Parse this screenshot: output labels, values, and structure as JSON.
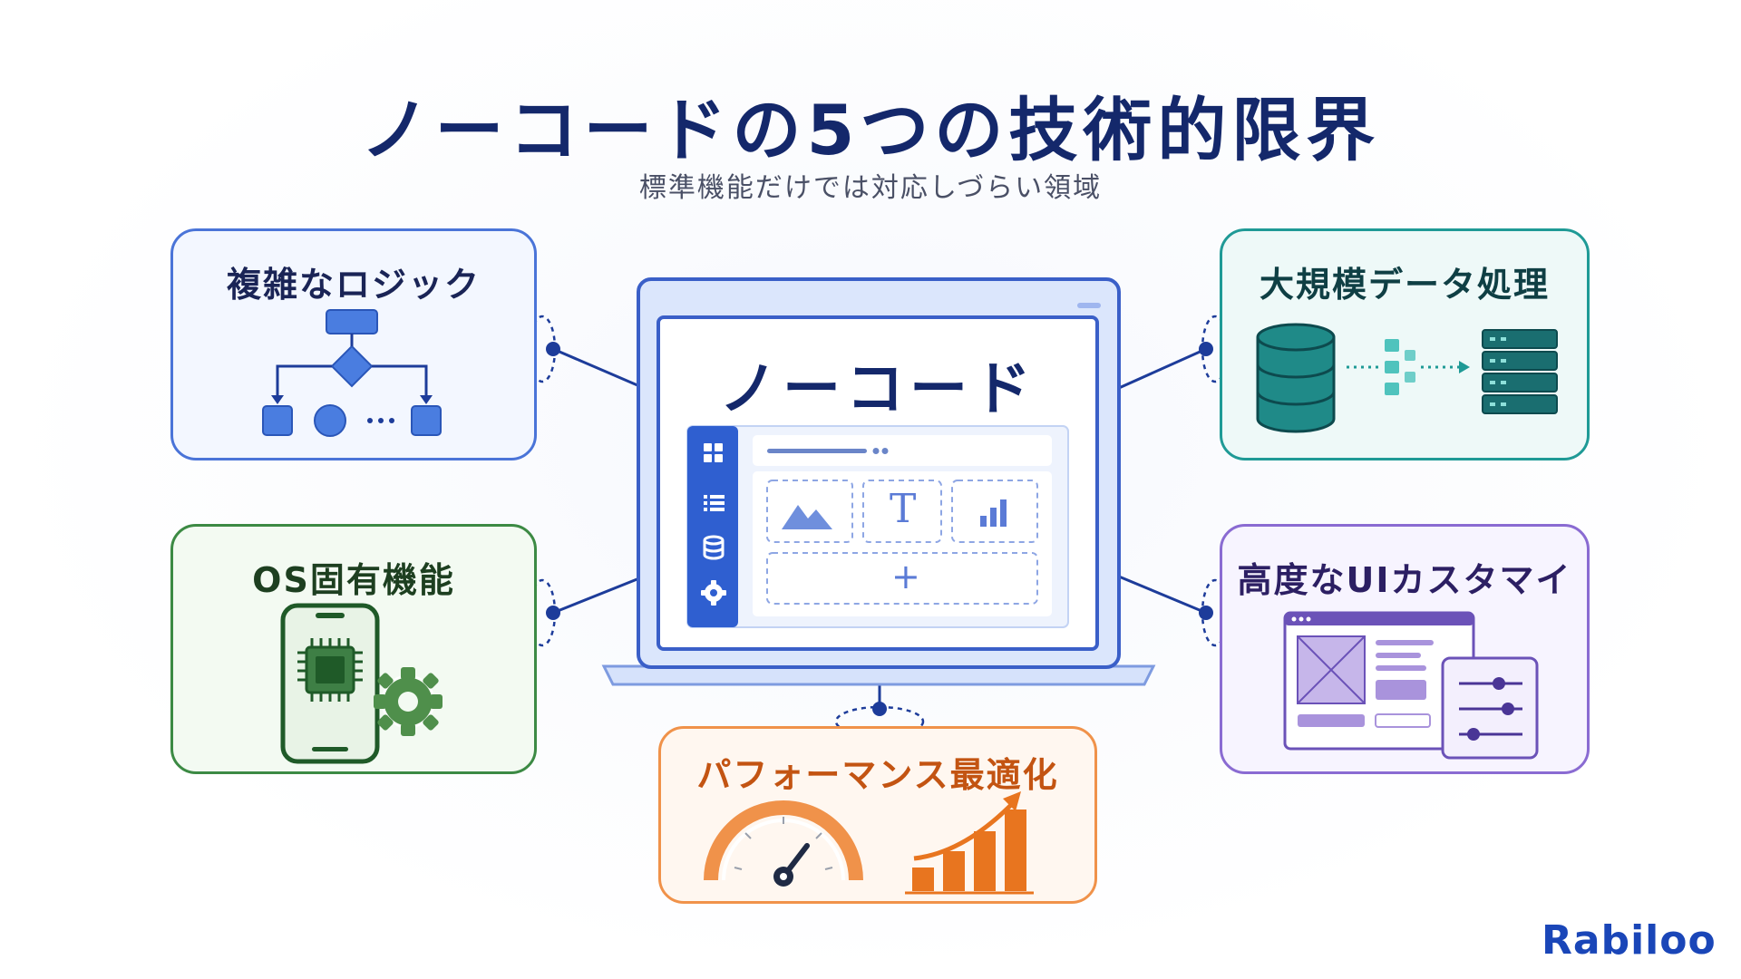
{
  "title": "ノーコードの5つの技術的限界",
  "subtitle": "標準機能だけでは対応しづらい領域",
  "center": {
    "label": "ノーコード",
    "canvas_glyph_text": "T",
    "canvas_glyph_add": "+"
  },
  "cards": {
    "logic": {
      "title": "複雑なロジック",
      "color": "#4a74d8"
    },
    "os": {
      "title": "OS固有機能",
      "color": "#3c8a44"
    },
    "data": {
      "title": "大規模データ処理",
      "color": "#1f9a96"
    },
    "ui": {
      "title": "高度なUIカスタマイズ",
      "color": "#8a6bd2"
    },
    "perf": {
      "title": "パフォーマンス最適化",
      "color": "#f0924a"
    }
  },
  "brand": "Rabiloo",
  "colors": {
    "navy": "#14286b",
    "blue": "#4a74d8",
    "green": "#3c8a44",
    "teal": "#1f9a96",
    "purple": "#8a6bd2",
    "orange": "#f0924a"
  },
  "icons": {
    "logic": "flowchart-icon",
    "os": "smartphone-chip-gear-icon",
    "data": "database-to-server-icon",
    "ui": "wireframe-sliders-icon",
    "perf": "speedometer-growth-chart-icon"
  }
}
